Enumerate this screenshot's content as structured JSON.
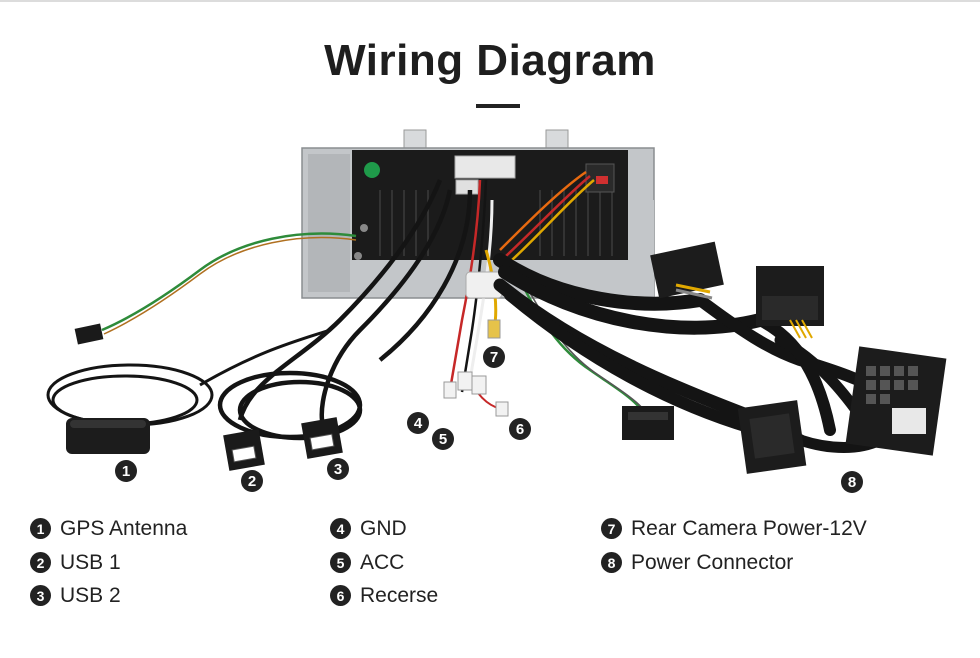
{
  "title": "Wiring Diagram",
  "markers": [
    {
      "number": "1"
    },
    {
      "number": "2"
    },
    {
      "number": "3"
    },
    {
      "number": "4"
    },
    {
      "number": "5"
    },
    {
      "number": "6"
    },
    {
      "number": "7"
    },
    {
      "number": "8"
    }
  ],
  "legend": [
    {
      "number": "1",
      "label": "GPS Antenna"
    },
    {
      "number": "2",
      "label": "USB 1"
    },
    {
      "number": "3",
      "label": "USB 2"
    },
    {
      "number": "4",
      "label": "GND"
    },
    {
      "number": "5",
      "label": "ACC"
    },
    {
      "number": "6",
      "label": "Recerse"
    },
    {
      "number": "7",
      "label": "Rear Camera Power-12V"
    },
    {
      "number": "8",
      "label": "Power Connector"
    }
  ],
  "colors": {
    "harness": "#141414",
    "unit_body": "#c3c6c9",
    "wire_green": "#2e8b3a",
    "wire_red": "#c62828",
    "wire_yellow": "#e0a800",
    "wire_orange": "#e86a10"
  }
}
